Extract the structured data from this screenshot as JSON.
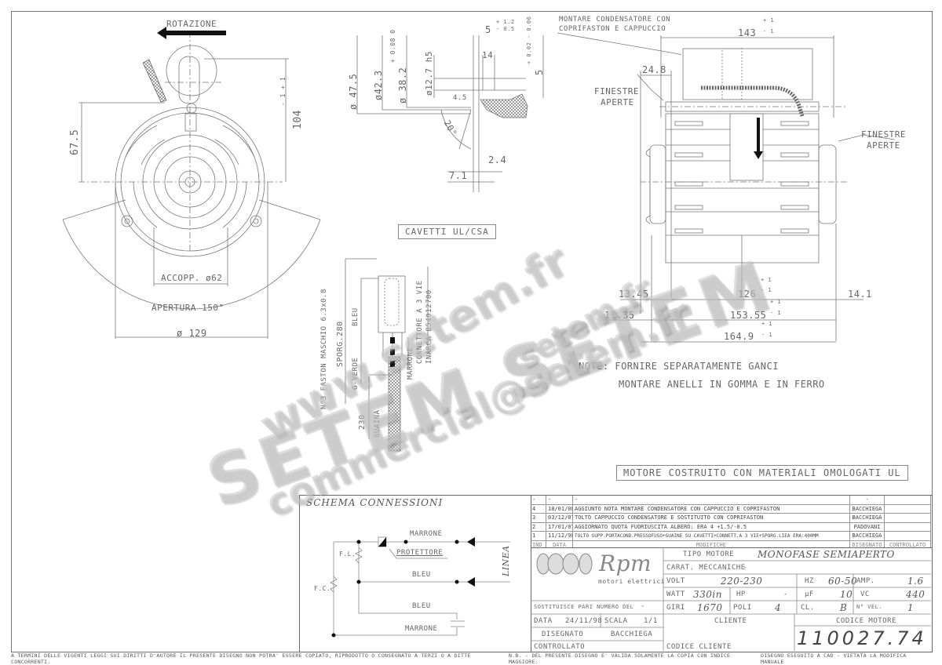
{
  "front_view": {
    "rotation_label": "ROTAZIONE",
    "dim_height_left": "67.5",
    "dim_height_right": "104",
    "dim_height_right_tol": "- 1  + 1",
    "coupling_label": "ACCOPP. ø62",
    "opening_label": "APERTURA 150°",
    "diameter_label": "ø 129"
  },
  "shaft_detail": {
    "dims": {
      "d47_5": "ø 47.5",
      "d42_3": "ø42.3",
      "d38_2": "ø 38.2",
      "d38_2_tol": "+ 0.08  0",
      "d12_7": "ø12.7 h5",
      "top5": "5",
      "top5_tol_plus": "+ 1.2",
      "top5_tol_minus": "- 0.5",
      "w14": "14",
      "right5": "5",
      "right5_tol": "+ 0.02  - 0.06",
      "w4_5": "4.5",
      "angle": "20°",
      "w2_4": "2.4",
      "w7_1": "7.1"
    }
  },
  "side_view": {
    "capacitor_note_line1": "MONTARE CONDENSATORE CON",
    "capacitor_note_line2": "COPRIFASTON E CAPPUCCIO",
    "dim_143": "143",
    "dim_143_tol_plus": "+ 1",
    "dim_143_tol_minus": "- 1",
    "dim_24_8": "24.8",
    "windows_left_1": "FINESTRE",
    "windows_left_2": "APERTE",
    "windows_right_1": "FINESTRE",
    "windows_right_2": "APERTE",
    "dim_13_45": "13.45",
    "dim_126": "126",
    "dim_14_1": "14.1",
    "dim_11_35": "11.35",
    "dim_153_55": "153.55",
    "dim_164_9": "164.9",
    "tol_plus": "+ 1",
    "tol_minus": "- 1"
  },
  "notes": {
    "note_line1": "NOTE: FORNIRE SEPARATAMENTE GANCI",
    "note_line2": "MONTARE ANELLI IN GOMMA E IN FERRO",
    "ul_materials": "MOTORE COSTRUITO CON MATERIALI OMOLOGATI UL"
  },
  "cables": {
    "title": "CAVETTI UL/CSA",
    "faston": "N°3 FASTON MASCHIO 6.3x0.8",
    "sporg": "SPORG.280",
    "bleu": "BLEU",
    "g_verde": "G-VERDE",
    "marrone": "MARRONE",
    "connector_1": "CONNETTORE A 3 VIE",
    "connector_2": "INARCA 854012700",
    "dim_230": "230",
    "sheath": "GUAINA"
  },
  "wiring": {
    "title": "SCHEMA CONNESSIONI",
    "marrone_top": "MARRONE",
    "protector": "PROTETTORE",
    "bleu_mid": "BLEU",
    "bleu_low": "BLEU",
    "marrone_bottom": "MARRONE",
    "line": "LINEA",
    "fl": "F.L.",
    "fc": "F.C."
  },
  "revisions": {
    "header": {
      "ind": "IND",
      "date": "DATA",
      "changes": "MODIFICHE",
      "drawn": "DISEGNATO",
      "checked": "CONTROLLATO"
    },
    "rows": [
      {
        "ind": "-",
        "date": "-",
        "text": "-",
        "drawn": "-",
        "checked": ""
      },
      {
        "ind": "4",
        "date": "18/01/08",
        "text": "AGGIUNTO NOTA MONTARE CONDENSATORE CON CAPPUCCIO E COPRIFASTON",
        "drawn": "BACCHIEGA",
        "checked": ""
      },
      {
        "ind": "3",
        "date": "03/12/07",
        "text": "TOLTO CAPPUCCIO CONDENSATORE E SOSTITUITO CON COPRIFASTON",
        "drawn": "BACCHIEGA",
        "checked": ""
      },
      {
        "ind": "2",
        "date": "17/01/07",
        "text": "AGGIORNATO QUOTA FUORIUSCITA ALBERO: ERA 4 +1.5/-0.5",
        "drawn": "PADOVANI",
        "checked": ""
      },
      {
        "ind": "1",
        "date": "11/12/98",
        "text": "TOLTO SUPP.PORTACOND.PRESSOFUSO+GUAINE SU CAVETTI+CONNETT.A 3 VIE+SPORG.LIEA ERA:400MM",
        "drawn": "BACCHIEGA",
        "checked": ""
      }
    ]
  },
  "title_block": {
    "logo_text": "Rpm",
    "logo_sub": "motori elettrici",
    "motor_type_label": "TIPO MOTORE",
    "motor_type": "MONOFASE SEMIAPERTO",
    "mech_label": "CARAT. MECCANICHE",
    "mech_value": "-",
    "volt_label": "VOLT",
    "volt": "220-230",
    "hz_label": "HZ",
    "hz": "60-50",
    "amp_label": "AMP.",
    "amp": "1.6",
    "watt_label": "WATT",
    "watt": "330in",
    "hp_label": "HP",
    "hp": "-",
    "uf_label": "µF",
    "uf": "10",
    "vc_label": "VC",
    "vc": "440",
    "rpm_label": "GIRI",
    "rpm": "1670",
    "poles_label": "POLI",
    "poles": "4",
    "class_label": "CL.",
    "class": "B",
    "speeds_label": "N° VEL.",
    "speeds": "1",
    "replaces_label": "SOSTITUISCE PARI NUMERO DEL",
    "replaces": "-",
    "date_label": "DATA",
    "date": "24/11/98",
    "scale_label": "SCALA",
    "scale": "1/1",
    "drawn_label": "DISEGNATO",
    "drawn": "BACCHIEGA",
    "checked_label": "CONTROLLATO",
    "client_label": "CLIENTE",
    "client_code_label": "CODICE CLIENTE",
    "motor_code_label": "CODICE MOTORE",
    "motor_code": "110027.74"
  },
  "footer": {
    "left": "A TERMINI DELLE VIGENTI LEGGI SUI DIRITTI D'AUTORE IL PRESENTE DISEGNO NON POTRA' ESSERE COPIATO, RIPRODOTTO O CONSEGNATO A TERZI O A DITTE CONCORRENTI.",
    "mid": "N.B. - DEL PRESENTE DISEGNO E' VALIDA SOLAMENTE LA COPIA CON INDICE MAGGIORE.",
    "right": "DISEGNO ESEGUITO A CAD - VIETATA LA MODIFICA MANUALE"
  },
  "watermark": {
    "url": "www.setem.fr",
    "brand": "SETEM SETEM",
    "url2": "setem.fr",
    "email": "commercial@setem.fr"
  }
}
